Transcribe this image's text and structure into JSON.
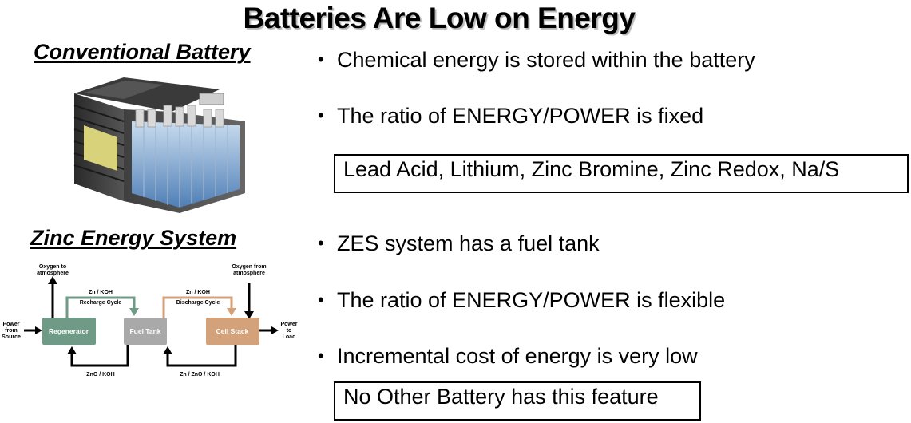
{
  "title": "Batteries Are Low on Energy",
  "conventional": {
    "heading": "Conventional Battery",
    "bullets": [
      "Chemical energy is stored within the battery",
      "The ratio of ENERGY/POWER is fixed"
    ],
    "box": "Lead Acid, Lithium, Zinc Bromine, Zinc Redox, Na/S"
  },
  "zes": {
    "heading": "Zinc Energy System",
    "bullets": [
      "ZES system has a fuel tank",
      "The ratio of ENERGY/POWER is flexible",
      "Incremental cost of energy is very low"
    ],
    "box": "No Other Battery has this feature"
  },
  "diagram": {
    "oxygen_to_line1": "Oxygen to",
    "oxygen_to_line2": "atmosphere",
    "oxygen_from_line1": "Oxygen from",
    "oxygen_from_line2": "atmosphere",
    "power_from_line1": "Power",
    "power_from_line2": "from",
    "power_from_line3": "Source",
    "power_to_line1": "Power",
    "power_to_line2": "to",
    "power_to_line3": "Load",
    "regenerator": "Regenerator",
    "fuel_tank": "Fuel Tank",
    "cell_stack": "Cell Stack",
    "recharge_top": "Zn / KOH",
    "recharge_label": "Recharge Cycle",
    "discharge_top": "Zn / KOH",
    "discharge_label": "Discharge Cycle",
    "bottom_left": "ZnO / KOH",
    "bottom_right": "Zn / ZnO / KOH",
    "colors": {
      "regenerator": "#6e9a86",
      "fuel_tank": "#a9a9a9",
      "cell_stack": "#d4a27a"
    }
  }
}
